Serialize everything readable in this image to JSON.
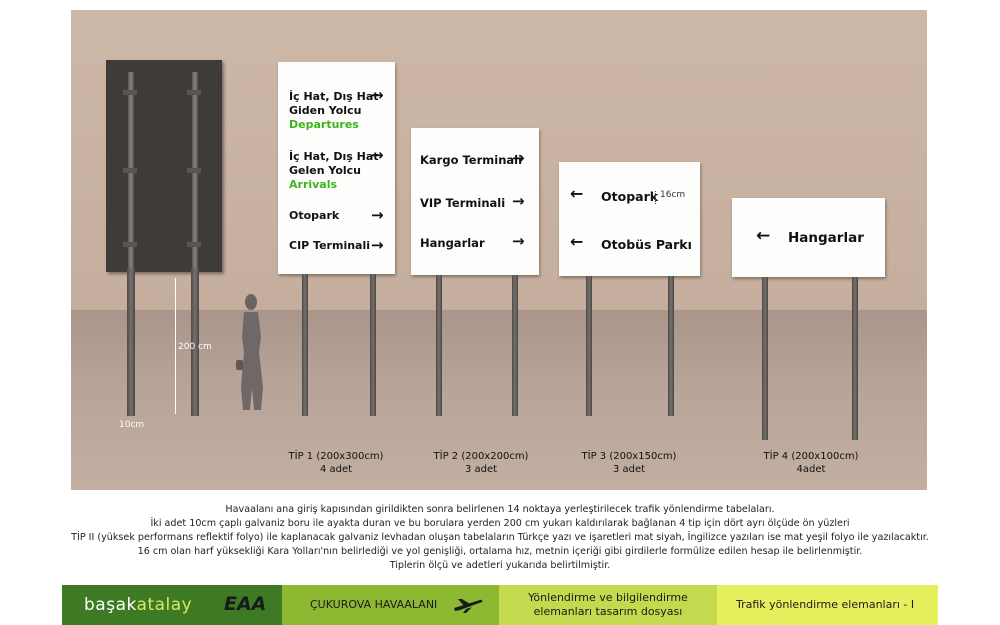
{
  "scene": {
    "height_label": "200 cm",
    "pipe_label": "10cm",
    "letter_height_label": "16cm",
    "signs": {
      "tip1": {
        "lines": [
          {
            "l1": "İç Hat, Dış Hat",
            "l2": "Giden Yolcu",
            "en": "Departures"
          },
          {
            "l1": "İç Hat, Dış Hat",
            "l2": "Gelen Yolcu",
            "en": "Arrivals"
          }
        ],
        "otopark": "Otopark",
        "cip": "CIP Terminali",
        "caption_type": "TİP 1  (200x300cm)",
        "caption_qty": "4 adet"
      },
      "tip2": {
        "items": [
          "Kargo Terminali",
          "VIP Terminali",
          "Hangarlar"
        ],
        "caption_type": "TİP 2  (200x200cm)",
        "caption_qty": "3 adet"
      },
      "tip3": {
        "items": [
          "Otopark",
          "Otobüs Parkı"
        ],
        "caption_type": "TİP 3  (200x150cm)",
        "caption_qty": "3 adet"
      },
      "tip4": {
        "items": [
          "Hangarlar"
        ],
        "caption_type": "TİP 4  (200x100cm)",
        "caption_qty": "4adet"
      }
    },
    "arrow_right": "→",
    "arrow_left": "←"
  },
  "description": [
    "Havaalanı ana giriş kapısından girildikten sonra belirlenen 14 noktaya yerleştirilecek trafik yönlendirme tabelaları.",
    "İki adet 10cm çaplı galvaniz boru ile ayakta duran ve bu borulara yerden 200 cm yukarı kaldırılarak bağlanan 4 tip için dört ayrı ölçüde ön yüzleri",
    "TİP II (yüksek performans reflektif folyo) ile kaplanacak galvaniz levhadan oluşan tabelaların Türkçe yazı ve işaretleri mat siyah, İngilizce yazıları ise mat yeşil folyo ile yazılacaktır.",
    "16 cm olan harf yüksekliği Kara Yolları'nın belirlediği ve yol genişliği, ortalama hız, metnin içeriği gibi girdilerle formülize edilen hesap ile belirlenmiştir.",
    "Tiplerin ölçü ve adetleri yukarıda belirtilmiştir."
  ],
  "footer": {
    "brand": "başakatalay",
    "brand_part1": "başak",
    "brand_part2": "atalay",
    "logo": "EAA",
    "airport": "ÇUKUROVA HAVAALANI",
    "doc_line1": "Yönlendirme ve bilgilendirme",
    "doc_line2": "elemanları tasarım dosyası",
    "section": "Trafik yönlendirme elemanları - I",
    "colors": {
      "dark": "#3e7a23",
      "mid": "#8cb832",
      "light": "#c4da4e",
      "lighter": "#e6f05e"
    }
  }
}
